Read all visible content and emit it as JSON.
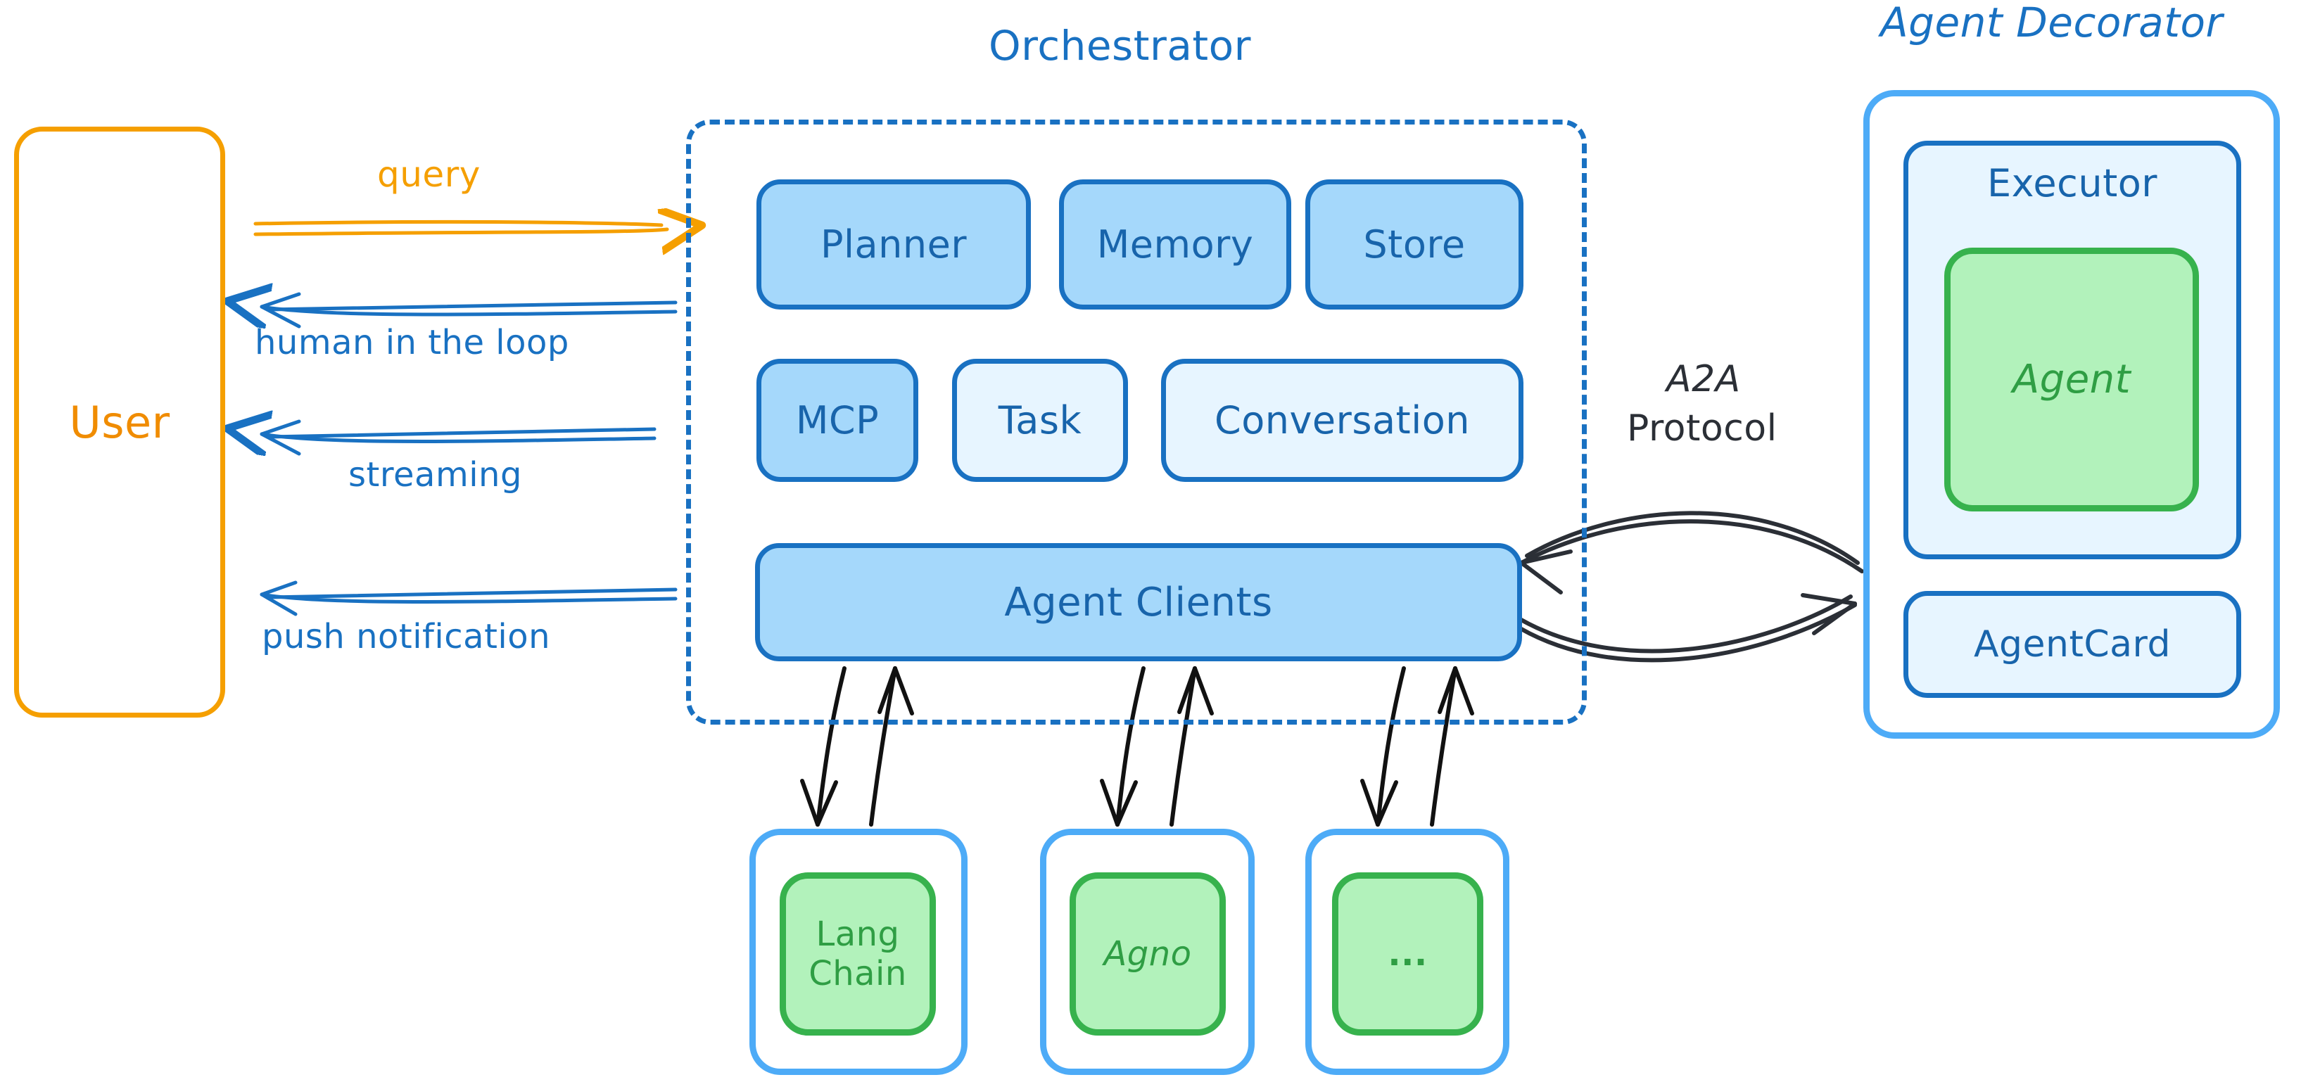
{
  "diagram": {
    "title_orchestrator": "Orchestrator",
    "title_agent_decorator": "Agent Decorator",
    "colors": {
      "blue_border": "#1971c2",
      "blue_fill_mid": "#a5d8fb",
      "blue_fill_light": "#e7f5ff",
      "blue_outer_border": "#4dabf7",
      "green_border": "#37b24d",
      "green_fill": "#b2f2bb",
      "green_text": "#2f9e44",
      "orange": "#f59f00",
      "arrow_dark": "#2b2f36",
      "background": "#ffffff"
    }
  },
  "user": {
    "label": "User"
  },
  "orchestrator": {
    "label": "Orchestrator",
    "row1": [
      {
        "label": "Planner",
        "fill": "mid"
      },
      {
        "label": "Memory",
        "fill": "mid"
      },
      {
        "label": "Store",
        "fill": "mid"
      }
    ],
    "row2": [
      {
        "label": "MCP",
        "fill": "mid"
      },
      {
        "label": "Task",
        "fill": "light"
      },
      {
        "label": "Conversation",
        "fill": "light"
      }
    ],
    "agent_clients": {
      "label": "Agent Clients",
      "fill": "mid"
    }
  },
  "agent_decorator": {
    "label": "Agent Decorator",
    "executor": {
      "label": "Executor"
    },
    "agent": {
      "label": "Agent"
    },
    "agent_card": {
      "label": "AgentCard"
    }
  },
  "frameworks": [
    {
      "label": "Lang\nChain",
      "line1": "Lang",
      "line2": "Chain"
    },
    {
      "label": "Agno",
      "line1": "Agno",
      "line2": ""
    },
    {
      "label": "...",
      "line1": "...",
      "line2": ""
    }
  ],
  "edges": {
    "query": {
      "label": "query",
      "color": "#f59f00",
      "direction": "user-to-orchestrator"
    },
    "human_in_the_loop": {
      "label": "human in the loop",
      "color": "#1971c2",
      "direction": "orchestrator-to-user"
    },
    "streaming": {
      "label": "streaming",
      "color": "#1971c2",
      "direction": "orchestrator-to-user"
    },
    "push_notification": {
      "label": "push notification",
      "color": "#1971c2",
      "direction": "orchestrator-to-user"
    },
    "a2a_protocol": {
      "label_line1": "A2A",
      "label_line2": "Protocol",
      "color": "#2b2f36",
      "direction": "bidirectional"
    }
  }
}
